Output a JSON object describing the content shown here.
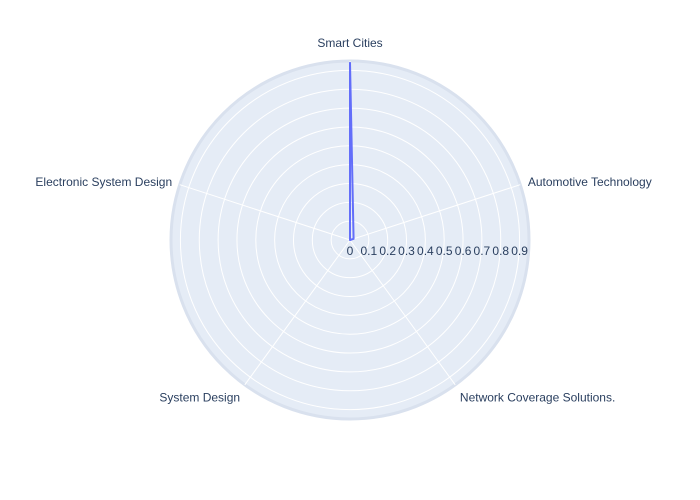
{
  "chart_data": {
    "type": "radar",
    "categories": [
      "Smart Cities",
      "Automotive Technology",
      "Network Coverage Solutions.",
      "System Design",
      "Electronic System Design"
    ],
    "series": [
      {
        "values": [
          0.94,
          0.02,
          0.0,
          0.0,
          0.0
        ],
        "color": "#636efa"
      }
    ],
    "radial_range": [
      0,
      0.95
    ],
    "radial_ticks": [
      "0",
      "0.1",
      "0.2",
      "0.3",
      "0.4",
      "0.5",
      "0.6",
      "0.7",
      "0.8",
      "0.9"
    ],
    "grid": true,
    "background_color": "#e5ecf6",
    "gridline_color": "#ffffff",
    "label_color": "#2a3f5f"
  }
}
